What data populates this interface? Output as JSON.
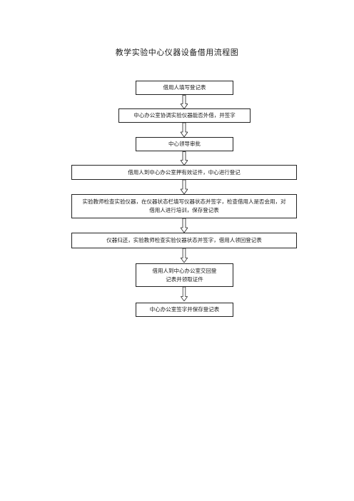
{
  "title": "教学实验中心仪器设备借用流程图",
  "steps": [
    "借用人填写登记表",
    "中心办公室协调实验仪器能否外借，并签字",
    "中心领导审批",
    "借用人到中心办公室押有效证件，中心进行登记",
    "实验教师检查实验仪器，在仪器状态栏填写仪器状态并签字，检查借用人是否会用，对借用人进行培训，保存登记表",
    "仪器归还，实验教师检查实验仪器状态并签字，借用人领回登记表",
    "借用人到中心办公室交回登记表并领取证件",
    "中心办公室签字并保存登记表"
  ]
}
